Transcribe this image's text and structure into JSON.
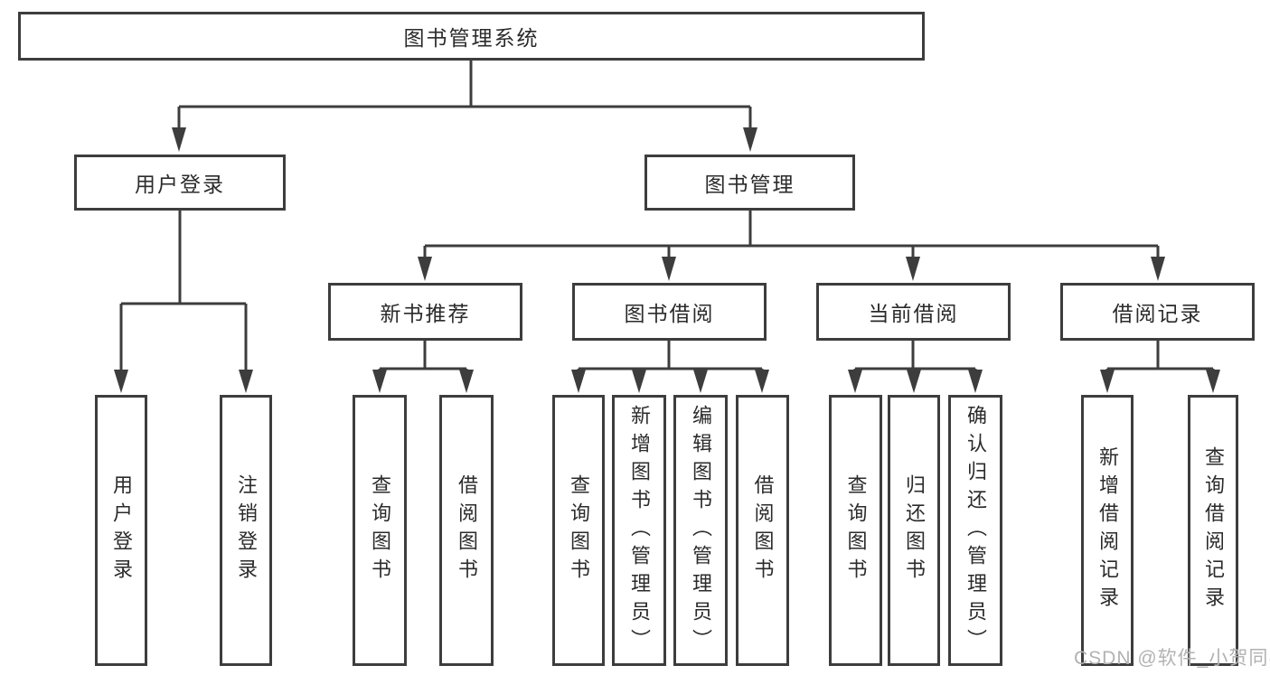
{
  "tree": {
    "label": "图书管理系统",
    "children": [
      {
        "label": "用户登录",
        "children": [
          {
            "label": "用户登录"
          },
          {
            "label": "注销登录"
          }
        ]
      },
      {
        "label": "图书管理",
        "children": [
          {
            "label": "新书推荐",
            "children": [
              {
                "label": "查询图书"
              },
              {
                "label": "借阅图书"
              }
            ]
          },
          {
            "label": "图书借阅",
            "children": [
              {
                "label": "查询图书"
              },
              {
                "label": "新增图书（管理员）"
              },
              {
                "label": "编辑图书（管理员）"
              },
              {
                "label": "借阅图书"
              }
            ]
          },
          {
            "label": "当前借阅",
            "children": [
              {
                "label": "查询图书"
              },
              {
                "label": "归还图书"
              },
              {
                "label": "确认归还（管理员）"
              }
            ]
          },
          {
            "label": "借阅记录",
            "children": [
              {
                "label": "新增借阅记录"
              },
              {
                "label": "查询借阅记录"
              }
            ]
          }
        ]
      }
    ]
  },
  "watermark": {
    "text": "CSDN @软件_小贺同学"
  },
  "colors": {
    "line": "#3d3d3d",
    "box_border": "#3d3d3d",
    "box_fill": "#ffffff",
    "text": "#2b2b2b",
    "watermark": "#b2b2b2",
    "background": "#ffffff"
  }
}
